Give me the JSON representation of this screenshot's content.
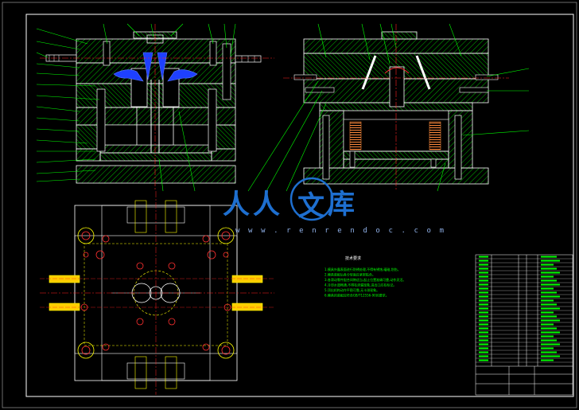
{
  "watermark": {
    "chars": [
      "人",
      "人",
      "文",
      "库"
    ],
    "url": "w w w . r e n r e n d o c . c o m"
  },
  "notes": {
    "heading": "技术要求",
    "lines": [
      "1.模具外露表面进行防锈处理,不得有锈蚀,磕碰,划伤。",
      "2.模具装配后各分型面应紧密贴合。",
      "3.各滑动零件配合间隙适当,起止位置准确可靠,动作灵活。",
      "4.冷却水道畅通,不得有渗漏现象,进出口应有标记。",
      "5.顶出机构动作平稳可靠,无卡滞现象。",
      "6.模具的装配应符合GB/T12556-90的要求。"
    ]
  },
  "colors": {
    "background": "#000000",
    "outline": "#ffffff",
    "hatch": "#00ff00",
    "leader": "#00ff00",
    "centerline": "#ff2020",
    "part": "#ffff00",
    "cavity": "#1e40ff",
    "watermark": "#1e6fd0"
  }
}
